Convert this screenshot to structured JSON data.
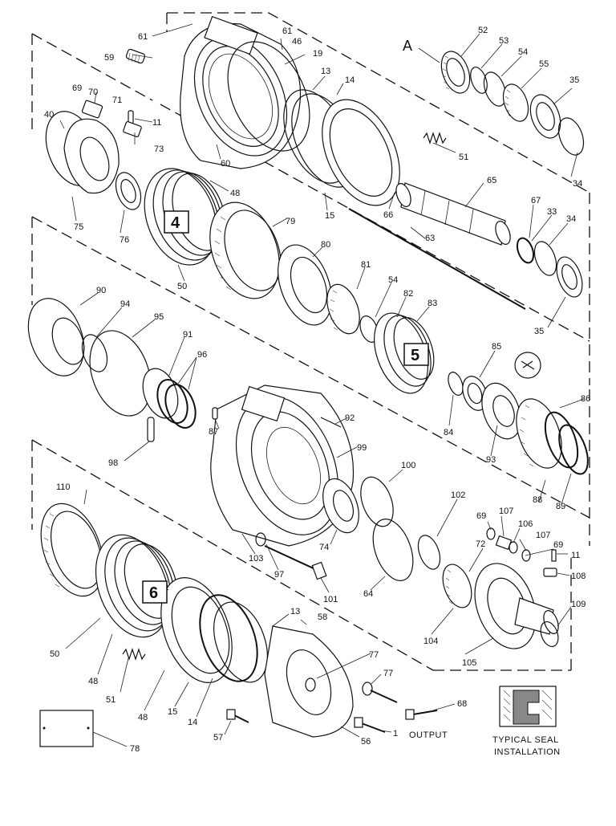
{
  "diagram": {
    "view_letter": "A",
    "group_boxes": [
      "4",
      "5",
      "6"
    ],
    "callouts": [
      "52",
      "53",
      "54",
      "55",
      "35",
      "34",
      "61",
      "61",
      "46",
      "19",
      "59",
      "13",
      "14",
      "51",
      "69",
      "70",
      "71",
      "11",
      "40",
      "73",
      "60",
      "48",
      "65",
      "75",
      "76",
      "4",
      "79",
      "15",
      "66",
      "63",
      "67",
      "33",
      "34",
      "50",
      "80",
      "81",
      "54",
      "82",
      "83",
      "5",
      "35",
      "90",
      "94",
      "95",
      "91",
      "96",
      "85",
      "84",
      "86",
      "87",
      "98",
      "92",
      "99",
      "100",
      "102",
      "103",
      "97",
      "74",
      "101",
      "64",
      "93",
      "88",
      "89",
      "110",
      "69",
      "107",
      "106",
      "107",
      "69",
      "72",
      "11",
      "108",
      "6",
      "13",
      "58",
      "104",
      "109",
      "50",
      "48",
      "77",
      "105",
      "77",
      "51",
      "48",
      "15",
      "14",
      "57",
      "1",
      "56",
      "68",
      "78"
    ],
    "output_label": "OUTPUT",
    "seal_caption_line1": "TYPICAL SEAL",
    "seal_caption_line2": "INSTALLATION"
  }
}
